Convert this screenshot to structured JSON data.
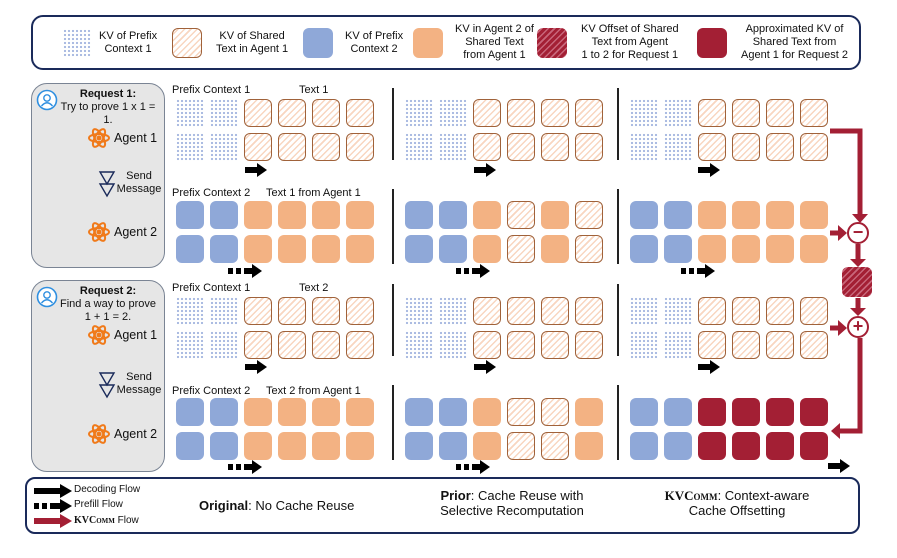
{
  "legend_top": {
    "items": [
      {
        "icon": "prefix-context-1-swatch",
        "label_l1": "KV of Prefix",
        "label_l2": "Context 1"
      },
      {
        "icon": "shared-text-agent1-swatch",
        "label_l1": "KV of Shared",
        "label_l2": "Text in Agent 1"
      },
      {
        "icon": "prefix-context-2-swatch",
        "label_l1": "KV of Prefix",
        "label_l2": "Context 2"
      },
      {
        "icon": "agent2-shared-text-swatch",
        "label_l1": "KV in Agent 2 of",
        "label_l2": "Shared Text",
        "label_l3": "from Agent 1"
      },
      {
        "icon": "kv-offset-swatch",
        "label_l1": "KV Offset of Shared",
        "label_l2": "Text from Agent",
        "label_l3": "1 to 2 for Request 1"
      },
      {
        "icon": "approx-kv-swatch",
        "label_l1": "Approximated KV of",
        "label_l2": "Shared Text from",
        "label_l3": "Agent 1 for Request 2"
      }
    ]
  },
  "colors": {
    "prefix1_dots": "#a8b8e0",
    "shared_border": "#a0623a",
    "shared_hatch": "#f8d6c0",
    "prefix2": "#8fa8d8",
    "agent2_text": "#f3b283",
    "kvcomm_red": "#a31f34",
    "agent_icon": "#f07a1a",
    "user_icon": "#2f8fe0",
    "frame_navy": "#1a2a5a"
  },
  "requests": [
    {
      "title": "Request 1:",
      "text_l1": "Try to prove 1 x 1 =",
      "text_l2": "1.",
      "agent1": "Agent 1",
      "send_l1": "Send",
      "send_l2": "Message",
      "agent2": "Agent 2",
      "agent1_labels": {
        "prefix": "Prefix Context 1",
        "text": "Text 1"
      },
      "agent2_labels": {
        "prefix": "Prefix Context 2",
        "text": "Text 1 from Agent 1"
      }
    },
    {
      "title": "Request 2:",
      "text_l1": "Find a way to prove",
      "text_l2": "1 + 1 = 2.",
      "agent1": "Agent 1",
      "send_l1": "Send",
      "send_l2": "Message",
      "agent2": "Agent 2",
      "agent1_labels": {
        "prefix": "Prefix Context 1",
        "text": "Text 2"
      },
      "agent2_labels": {
        "prefix": "Prefix Context 2",
        "text": "Text 2 from Agent 1"
      }
    }
  ],
  "grid_patterns": {
    "req1_agent1": [
      "p1",
      "p1",
      "sh",
      "sh",
      "sh",
      "sh"
    ],
    "req1_agent2": {
      "original": [
        "p2",
        "p2",
        "a2",
        "a2",
        "a2",
        "a2"
      ],
      "prior": [
        "p2",
        "p2",
        "a2",
        "sh",
        "a2",
        "sh"
      ],
      "kvcomm": [
        "p2",
        "p2",
        "a2",
        "a2",
        "a2",
        "a2"
      ]
    },
    "req2_agent1": [
      "p1",
      "p1",
      "sh",
      "sh",
      "sh",
      "sh"
    ],
    "req2_agent2": {
      "original": [
        "p2",
        "p2",
        "a2",
        "a2",
        "a2",
        "a2"
      ],
      "prior": [
        "p2",
        "p2",
        "a2",
        "sh",
        "sh",
        "a2"
      ],
      "kvcomm": [
        "p2",
        "p2",
        "ap",
        "ap",
        "ap",
        "ap"
      ]
    }
  },
  "operators": {
    "minus": "−",
    "plus": "+"
  },
  "legend_bottom": {
    "decoding": "Decoding Flow",
    "prefill": "Prefill Flow",
    "kvcomm_flow_name": "KVComm",
    "kvcomm_flow_suffix": " Flow",
    "original_bold": "Original",
    "original_rest": ": No Cache Reuse",
    "prior_bold": "Prior",
    "prior_rest_l1": ": Cache Reuse with",
    "prior_l2": "Selective Recomputation",
    "kvcomm_bold": "KVComm",
    "kvcomm_rest_l1": ": Context-aware",
    "kvcomm_l2": "Cache Offsetting"
  }
}
